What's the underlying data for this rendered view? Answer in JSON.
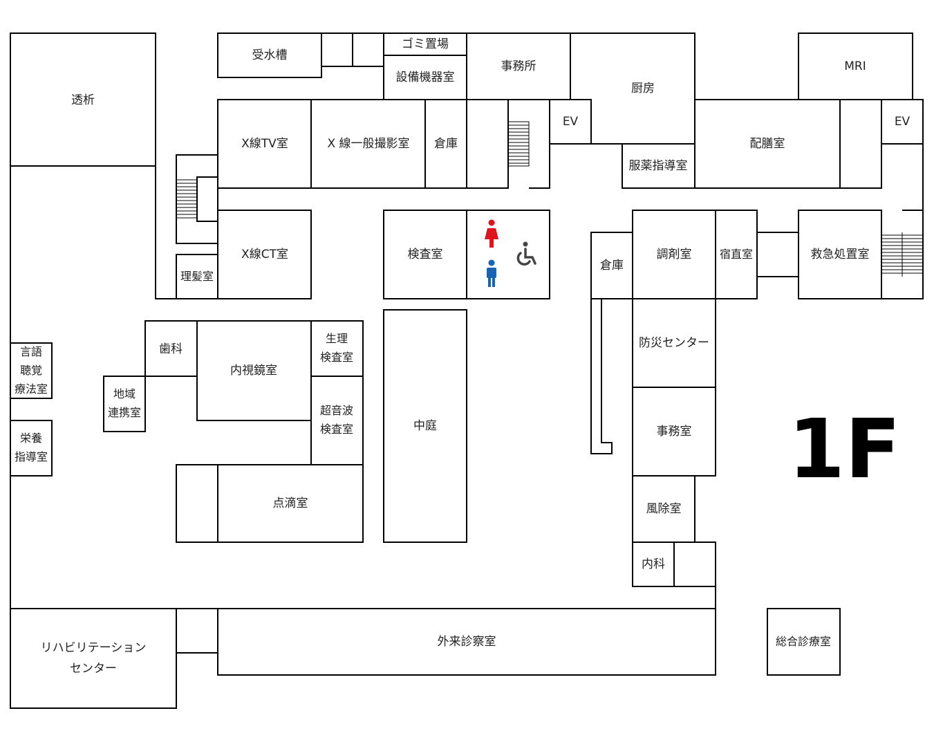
{
  "floor_label": "1F",
  "rooms": {
    "dialysis": "透析",
    "water_tank": "受水槽",
    "garbage": "ゴミ置場",
    "equipment": "設備機器室",
    "office_top": "事務所",
    "kitchen": "厨房",
    "mri": "MRI",
    "xray_tv": "X線TV室",
    "xray_general": "X 線一般撮影室",
    "storage_top": "倉庫",
    "ev_center": "EV",
    "ev_right": "EV",
    "meal_prep": "配膳室",
    "medication_guidance": "服薬指導室",
    "xray_ct": "X線CT室",
    "barber": "理髪室",
    "exam_room": "検査室",
    "storage_mid": "倉庫",
    "pharmacy": "調剤室",
    "night_duty": "宿直室",
    "emergency": "救急処置室",
    "disaster_center": "防災センター",
    "dental": "歯科",
    "endoscopy": "内視鏡室",
    "physio_exam_l1": "生理",
    "physio_exam_l2": "検査室",
    "speech_l1": "言語",
    "speech_l2": "聴覚",
    "speech_l3": "療法室",
    "regional_l1": "地域",
    "regional_l2": "連携室",
    "ultrasound_l1": "超音波",
    "ultrasound_l2": "検査室",
    "courtyard": "中庭",
    "admin_office": "事務室",
    "nutrition_l1": "栄養",
    "nutrition_l2": "指導室",
    "iv_room": "点滴室",
    "windbreak": "風除室",
    "internal_medicine": "内科",
    "rehab_l1": "リハビリテーション",
    "rehab_l2": "センター",
    "outpatient": "外来診察室",
    "general_clinic": "総合診療室"
  },
  "icons": {
    "female_restroom": "female-restroom-icon",
    "male_restroom": "male-restroom-icon",
    "accessible": "wheelchair-icon"
  },
  "colors": {
    "female": "#e0141e",
    "male": "#1763b5",
    "accessible": "#444444",
    "wall": "#000000"
  }
}
